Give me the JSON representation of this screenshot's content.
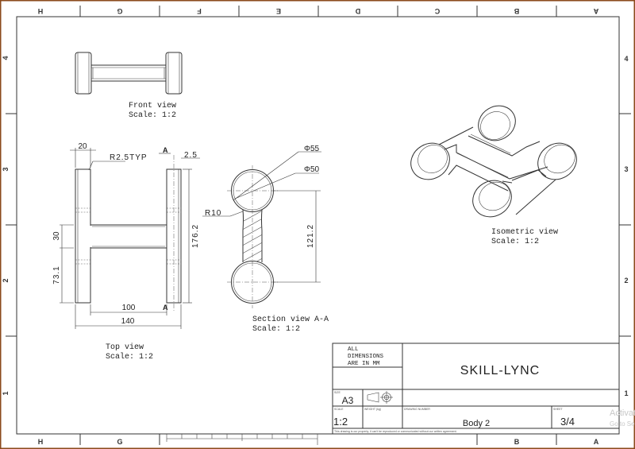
{
  "frame": {
    "columns": [
      "H",
      "G",
      "F",
      "E",
      "D",
      "C",
      "B",
      "A"
    ],
    "rows": [
      "4",
      "3",
      "2",
      "1"
    ]
  },
  "views": {
    "front": {
      "name": "Front view",
      "scale": "Scale:  1:2"
    },
    "top": {
      "name": "Top view",
      "scale": "Scale:  1:2"
    },
    "section": {
      "name": "Section view A-A",
      "scale": "Scale:  1:2"
    },
    "isometric": {
      "name": "Isometric view",
      "scale": "Scale:  1:2"
    }
  },
  "dimensions": {
    "width_20": "20",
    "fillet": "R2.5TYP",
    "section_mark": "A",
    "thickness": "2.5",
    "height_176": "176.2",
    "bar_30": "30",
    "offset_73": "73.1",
    "span_100": "100",
    "span_140": "140",
    "dia_55": "Φ55",
    "dia_50": "Φ50",
    "radius_10": "R10",
    "center_121": "121.2"
  },
  "title_block": {
    "note_lines": [
      "ALL",
      "DIMENSIONS",
      "ARE IN MM"
    ],
    "company": "SKILL-LYNC",
    "size_label": "SIZE",
    "size": "A3",
    "scale_label": "SCALE",
    "scale": "1:2",
    "weight_label": "WEIGHT (kg)",
    "drawing_number_label": "DRAWING NUMBER",
    "drawing_number": "Body 2",
    "sheet_label": "SHEET",
    "sheet": "3/4",
    "footnote": "This drawing is our property; it can't be reproduced or communicated without our written agreement."
  },
  "watermark": {
    "line1": "Activate Windows",
    "line2": "Go to Settings to activate Windows."
  },
  "colors": {
    "window_border": "#8b4a1c",
    "line": "#333333"
  }
}
